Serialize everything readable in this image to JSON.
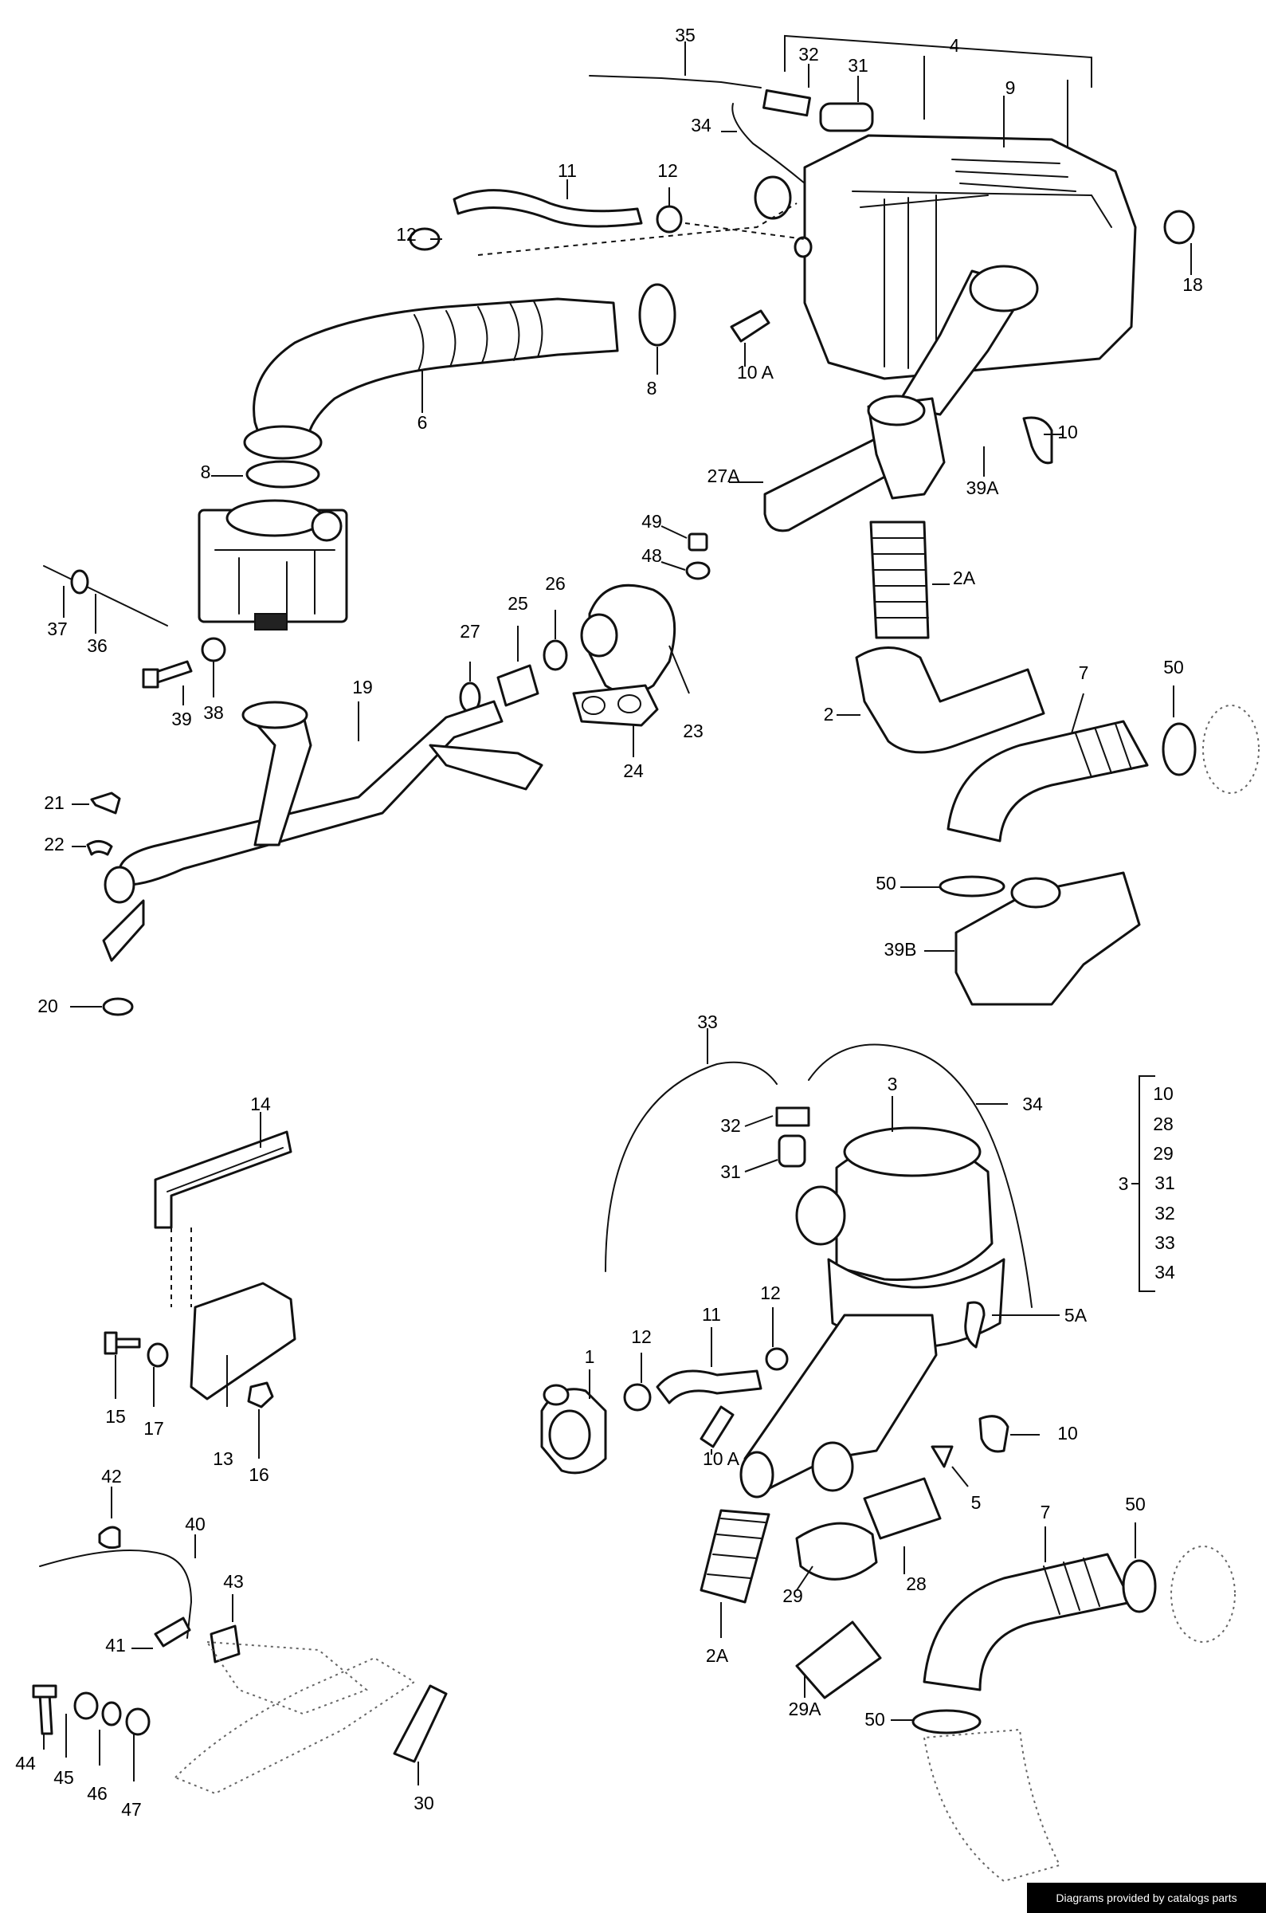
{
  "callouts": [
    "35",
    "4",
    "32",
    "31",
    "34",
    "9",
    "11",
    "12",
    "12",
    "18",
    "8",
    "10 A",
    "6",
    "8",
    "10",
    "27A",
    "39A",
    "49",
    "48",
    "2A",
    "37",
    "36",
    "27",
    "25",
    "26",
    "39",
    "38",
    "23",
    "24",
    "19",
    "2",
    "7",
    "50",
    "21",
    "22",
    "50",
    "39B",
    "20",
    "33",
    "3",
    "34",
    "32",
    "31",
    "10",
    "28",
    "29",
    "31",
    "32",
    "33",
    "34",
    "14",
    "15",
    "17",
    "13",
    "16",
    "12",
    "11",
    "12",
    "1",
    "10 A",
    "5A",
    "10",
    "5",
    "7",
    "50",
    "42",
    "40",
    "43",
    "41",
    "44",
    "45",
    "46",
    "47",
    "30",
    "28",
    "29",
    "2A",
    "29A",
    "50"
  ],
  "group_label": "3",
  "group_items": [
    "10",
    "28",
    "29",
    "31",
    "32",
    "33",
    "34"
  ],
  "credit": "Diagrams provided by catalogs parts"
}
